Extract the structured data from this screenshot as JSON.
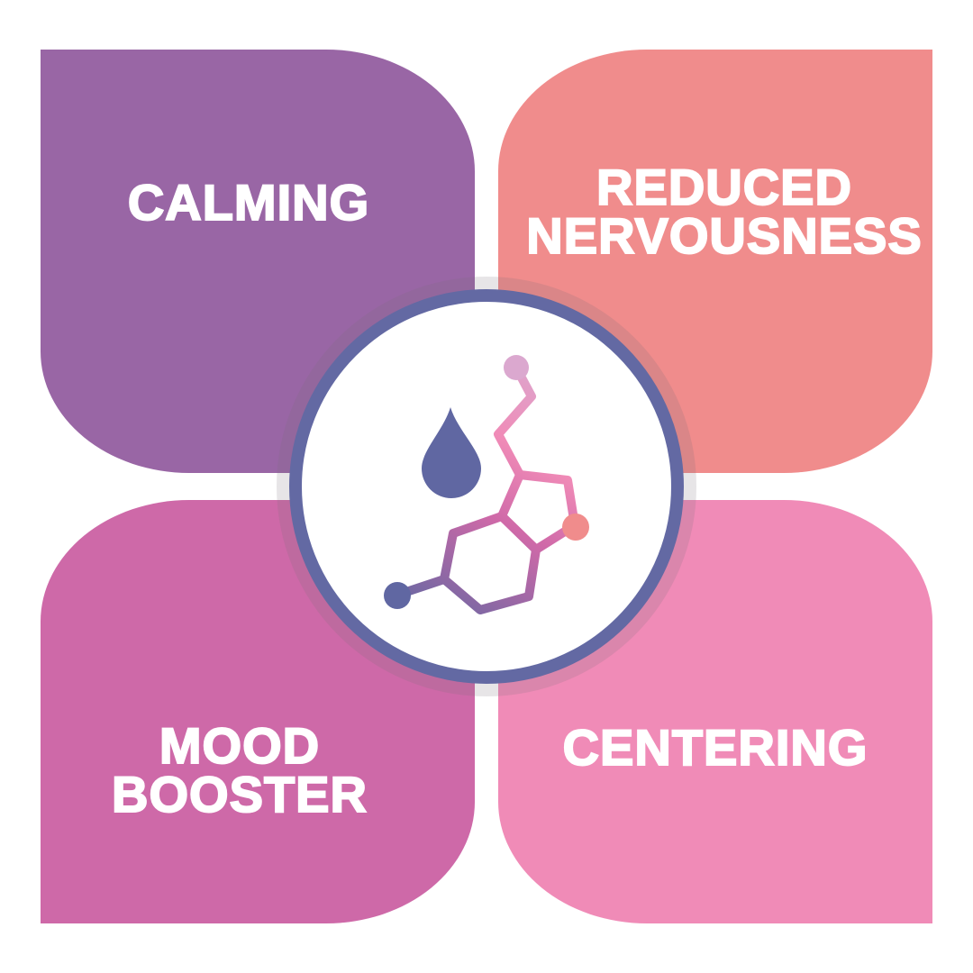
{
  "tiles": [
    {
      "lines": [
        "CALMING"
      ]
    },
    {
      "lines": [
        "REDUCED",
        "NERVOUSNESS"
      ]
    },
    {
      "lines": [
        "MOOD",
        "BOOSTER"
      ]
    },
    {
      "lines": [
        "CENTERING"
      ]
    }
  ],
  "colors": {
    "calming": "#9966a5",
    "reduced_nervousness": "#f08c8c",
    "mood_booster": "#ce69a8",
    "centering": "#f08bb7",
    "ring": "#6369a3"
  },
  "icons": [
    "water-drop-icon",
    "molecule-icon"
  ]
}
